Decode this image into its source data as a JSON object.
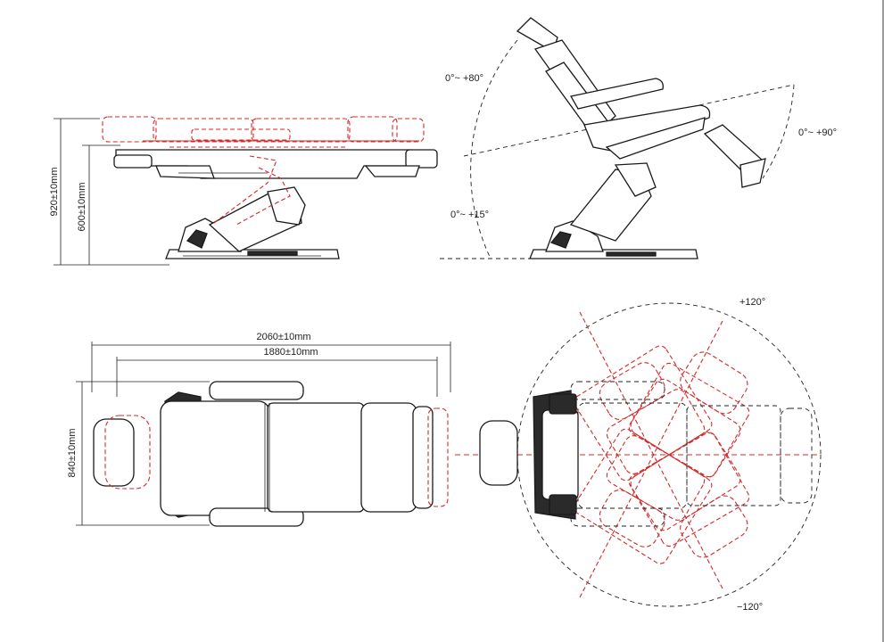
{
  "colors": {
    "line": "#1a1a1a",
    "motion": "#d42a2a",
    "background": "#ffffff"
  },
  "side_view": {
    "height_max": "920±10mm",
    "height_min": "600±10mm"
  },
  "tilt_view": {
    "back_angle": "0°~ +80°",
    "leg_angle": "0°~ +90°",
    "seat_angle": "0°~ +15°"
  },
  "top_view": {
    "overall_length": "2060±10mm",
    "body_length": "1880±10mm",
    "width": "840±10mm"
  },
  "rotation_view": {
    "rotate_positive": "+120°",
    "rotate_negative": "−120°"
  }
}
